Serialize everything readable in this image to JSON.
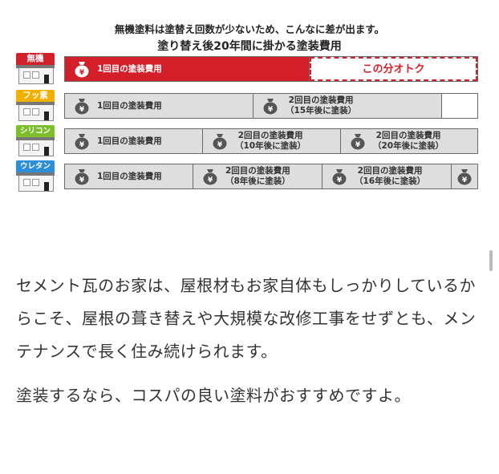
{
  "figure": {
    "title": "無機塗料は塗替え回数が少ないため、こんなに差が出ます。",
    "subtitle": "塗り替え後20年間に掛かる塗装費用",
    "colors": {
      "accent": "#d31f2a",
      "bar_gray": "#dedede"
    },
    "rows": [
      {
        "house_label": "無機",
        "tag_color": "#d31f2a",
        "segments": [
          {
            "text_l1": "1回目の塗装費用",
            "text_l2": "",
            "style": "red",
            "icon": "money-bag-icon"
          },
          {
            "text_l1": "この分オトク",
            "text_l2": "",
            "style": "dashed",
            "icon": ""
          }
        ]
      },
      {
        "house_label": "フッ素",
        "tag_color": "#f0b000",
        "segments": [
          {
            "text_l1": "1回目の塗装費用",
            "text_l2": "",
            "style": "gray",
            "icon": "money-bag-icon"
          },
          {
            "text_l1": "2回目の塗装費用",
            "text_l2": "（15年後に塗装）",
            "style": "gray",
            "icon": "money-bag-icon"
          },
          {
            "text_l1": "",
            "text_l2": "",
            "style": "white",
            "icon": ""
          }
        ]
      },
      {
        "house_label": "シリコン",
        "tag_color": "#7cbf2a",
        "segments": [
          {
            "text_l1": "1回目の塗装費用",
            "text_l2": "",
            "style": "gray",
            "icon": "money-bag-icon"
          },
          {
            "text_l1": "2回目の塗装費用",
            "text_l2": "（10年後に塗装）",
            "style": "gray",
            "icon": "money-bag-icon"
          },
          {
            "text_l1": "2回目の塗装費用",
            "text_l2": "（20年後に塗装）",
            "style": "gray",
            "icon": "money-bag-icon"
          }
        ]
      },
      {
        "house_label": "ウレタン",
        "tag_color": "#2d8fd5",
        "segments": [
          {
            "text_l1": "1回目の塗装費用",
            "text_l2": "",
            "style": "gray",
            "icon": "money-bag-icon"
          },
          {
            "text_l1": "2回目の塗装費用",
            "text_l2": "（8年後に塗装）",
            "style": "gray",
            "icon": "money-bag-icon"
          },
          {
            "text_l1": "2回目の塗装費用",
            "text_l2": "（16年後に塗装）",
            "style": "gray",
            "icon": "money-bag-icon"
          },
          {
            "text_l1": "",
            "text_l2": "",
            "style": "gray",
            "icon": "money-bag-icon"
          }
        ]
      }
    ]
  },
  "paragraphs": [
    "セメント瓦のお家は、屋根材もお家自体もしっかりしているからこそ、屋根の葺き替えや大規模な改修工事をせずとも、メンテナンスで長く住み続けられます。",
    "塗装するなら、コスパの良い塗料がおすすめですよ。"
  ]
}
